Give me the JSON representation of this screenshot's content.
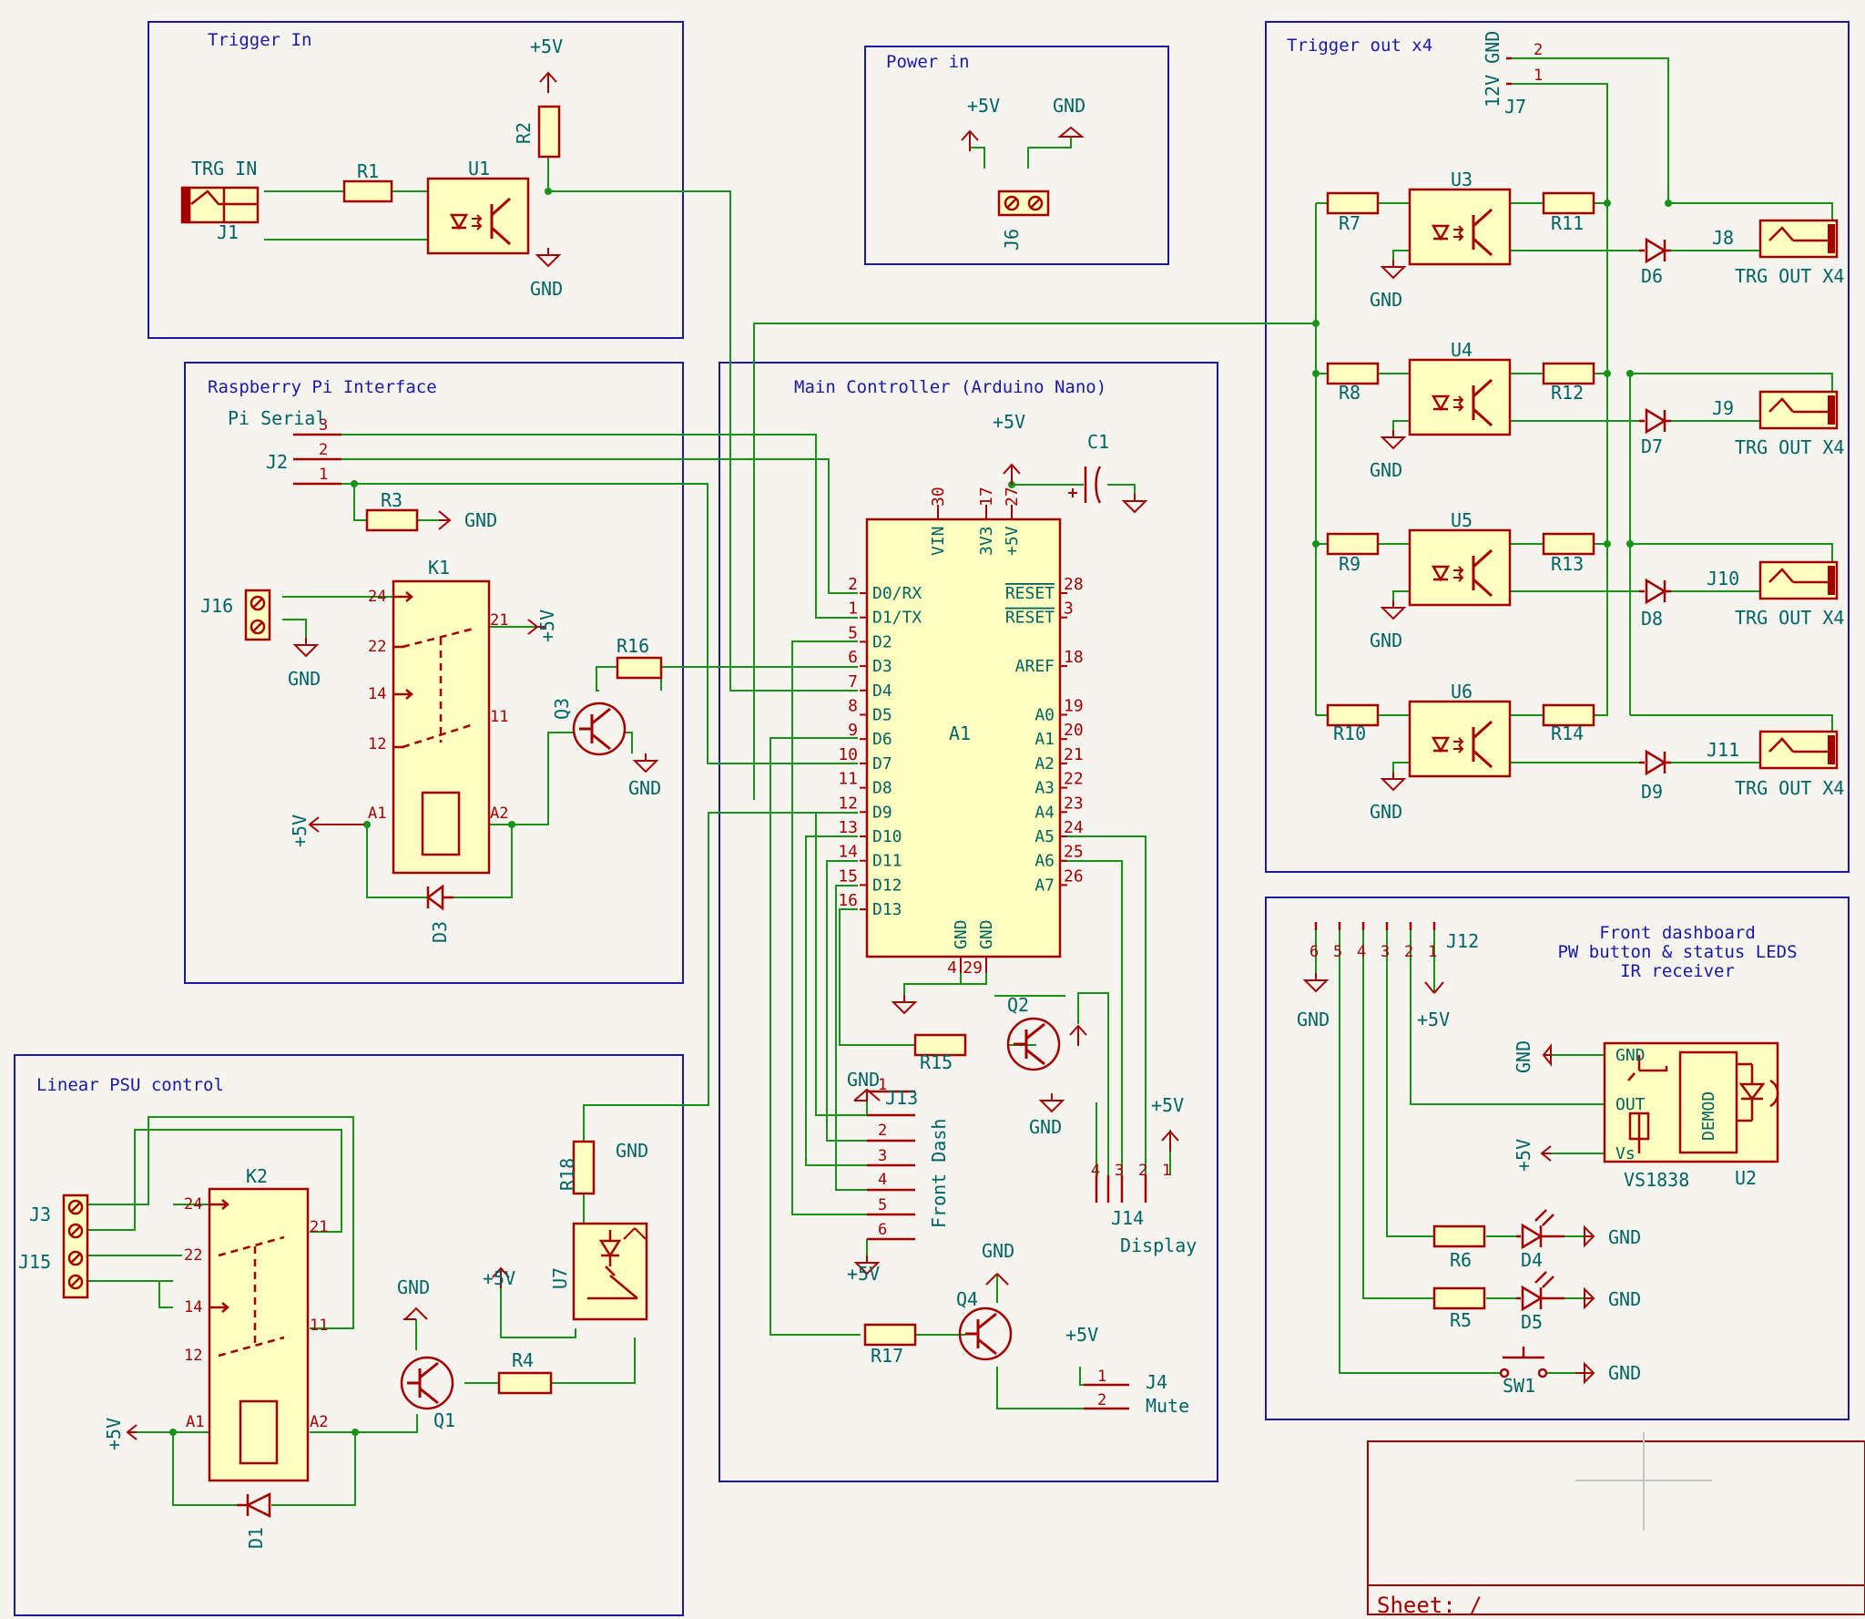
{
  "colors": {
    "background": "#f5f4ef",
    "wire": "#159415",
    "component": "#a50000",
    "component_fill": "#ffffc2",
    "sheet_border": "#1a1aa6",
    "label_text": "#006464"
  },
  "blocks": {
    "trigger_in": "Trigger In",
    "power_in": "Power in",
    "trigger_out": "Trigger out x4",
    "rpi": "Raspberry Pi Interface",
    "main": "Main Controller (Arduino Nano)",
    "psu": "Linear PSU control",
    "front_title_1": "Front dashboard",
    "front_title_2": "PW button & status LEDS",
    "front_title_3": "IR receiver"
  },
  "labels": {
    "p5v": "+5V",
    "gnd": "GND",
    "trg_in": "TRG IN",
    "trg_out": "TRG OUT X4",
    "pi_serial": "Pi Serial",
    "v12_gnd": "12V GND",
    "front_dash": "Front Dash",
    "display": "Display",
    "mute": "Mute",
    "demod": "DEMOD",
    "vs1838": "VS1838",
    "sheet": "Sheet: /"
  },
  "refs": {
    "J1": "J1",
    "J2": "J2",
    "J3": "J3",
    "J4": "J4",
    "J6": "J6",
    "J7": "J7",
    "J8": "J8",
    "J9": "J9",
    "J10": "J10",
    "J11": "J11",
    "J12": "J12",
    "J13": "J13",
    "J14": "J14",
    "J15": "J15",
    "J16": "J16",
    "U1": "U1",
    "U2": "U2",
    "U3": "U3",
    "U4": "U4",
    "U5": "U5",
    "U6": "U6",
    "U7": "U7",
    "R1": "R1",
    "R2": "R2",
    "R3": "R3",
    "R4": "R4",
    "R5": "R5",
    "R6": "R6",
    "R7": "R7",
    "R8": "R8",
    "R9": "R9",
    "R10": "R10",
    "R11": "R11",
    "R12": "R12",
    "R13": "R13",
    "R14": "R14",
    "R15": "R15",
    "R16": "R16",
    "R17": "R17",
    "R18": "R18",
    "D1": "D1",
    "D3": "D3",
    "D4": "D4",
    "D5": "D5",
    "D6": "D6",
    "D7": "D7",
    "D8": "D8",
    "D9": "D9",
    "Q1": "Q1",
    "Q2": "Q2",
    "Q3": "Q3",
    "Q4": "Q4",
    "K1": "K1",
    "K2": "K2",
    "C1": "C1",
    "A1": "A1",
    "SW1": "SW1"
  },
  "arduino": {
    "left_pins": [
      {
        "num": "2",
        "name": "D0/RX"
      },
      {
        "num": "1",
        "name": "D1/TX"
      },
      {
        "num": "5",
        "name": "D2"
      },
      {
        "num": "6",
        "name": "D3"
      },
      {
        "num": "7",
        "name": "D4"
      },
      {
        "num": "8",
        "name": "D5"
      },
      {
        "num": "9",
        "name": "D6"
      },
      {
        "num": "10",
        "name": "D7"
      },
      {
        "num": "11",
        "name": "D8"
      },
      {
        "num": "12",
        "name": "D9"
      },
      {
        "num": "13",
        "name": "D10"
      },
      {
        "num": "14",
        "name": "D11"
      },
      {
        "num": "15",
        "name": "D12"
      },
      {
        "num": "16",
        "name": "D13"
      }
    ],
    "right_pins": [
      {
        "num": "28",
        "name": "RESET"
      },
      {
        "num": "3",
        "name": "RESET"
      },
      {
        "num": "",
        "name": ""
      },
      {
        "num": "18",
        "name": "AREF"
      },
      {
        "num": "",
        "name": ""
      },
      {
        "num": "19",
        "name": "A0"
      },
      {
        "num": "20",
        "name": "A1"
      },
      {
        "num": "21",
        "name": "A2"
      },
      {
        "num": "22",
        "name": "A3"
      },
      {
        "num": "23",
        "name": "A4"
      },
      {
        "num": "24",
        "name": "A5"
      },
      {
        "num": "25",
        "name": "A6"
      },
      {
        "num": "26",
        "name": "A7"
      }
    ],
    "top_pins": [
      {
        "num": "30",
        "name": "VIN"
      },
      {
        "num": "17",
        "name": "3V3"
      },
      {
        "num": "27",
        "name": "+5V"
      }
    ],
    "bottom_pins": [
      {
        "num": "4",
        "name": "GND"
      },
      {
        "num": "29",
        "name": "GND"
      }
    ]
  },
  "pin_numbers": {
    "p1": "1",
    "p2": "2",
    "p3": "3",
    "p4": "4",
    "p5": "5",
    "p6": "6",
    "p11": "11",
    "p12": "12",
    "p14": "14",
    "p21": "21",
    "p22": "22",
    "p24": "24"
  },
  "relay_pins": {
    "a1": "A1",
    "a2": "A2"
  },
  "ir_pins": {
    "gnd": "GND",
    "out": "OUT",
    "vs": "Vs"
  }
}
